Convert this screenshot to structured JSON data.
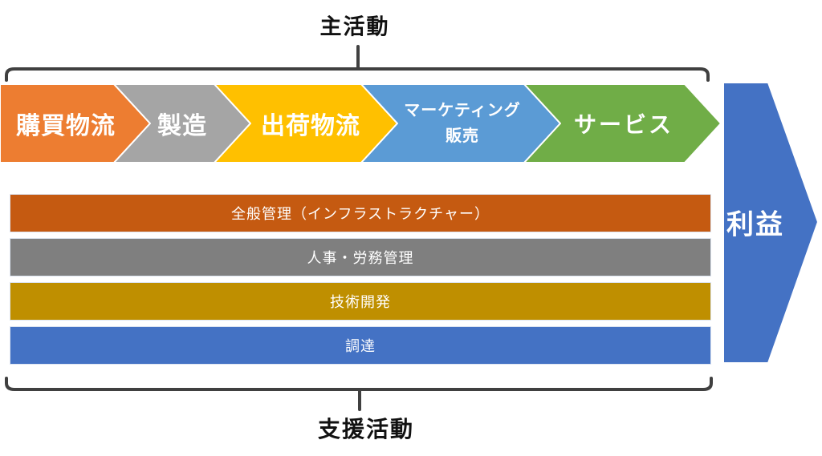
{
  "diagram": {
    "title_primary": "主活動",
    "title_support": "支援活動",
    "bracket_color": "#404040"
  },
  "primary_activities": [
    {
      "label": "購買物流",
      "color": "#ED7D31"
    },
    {
      "label": "製造",
      "color": "#A5A5A5"
    },
    {
      "label": "出荷物流",
      "color": "#FFC000"
    },
    {
      "label": "マーケティング",
      "label2": "販売",
      "color": "#5B9BD5"
    },
    {
      "label": "サービス",
      "color": "#70AD47"
    }
  ],
  "support_activities": [
    {
      "label": "全般管理（インフラストラクチャー）",
      "color": "#C55A11"
    },
    {
      "label": "人事・労務管理",
      "color": "#7F7F7F"
    },
    {
      "label": "技術開発",
      "color": "#BF8F00"
    },
    {
      "label": "調達",
      "color": "#4472C4"
    }
  ],
  "profit": {
    "label": "利益",
    "color": "#4472C4"
  }
}
